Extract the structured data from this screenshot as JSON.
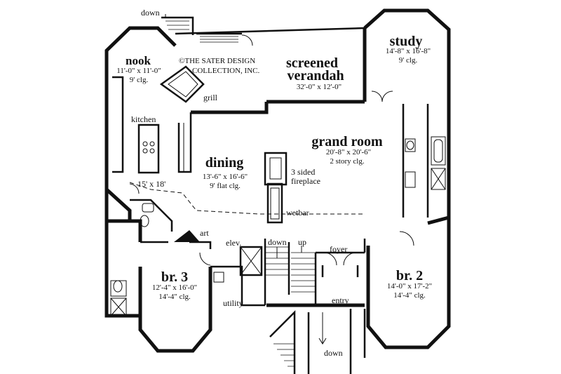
{
  "labels": {
    "down_top": "down",
    "nook_name": "nook",
    "nook_dims": "11'-0\" x 11'-0\"",
    "nook_clg": "9' clg.",
    "copyright_line1": "©THE SATER DESIGN",
    "copyright_line2": "COLLECTION, INC.",
    "verandah_name_1": "screened",
    "verandah_name_2": "verandah",
    "verandah_dims": "32'-0\" x 12'-0\"",
    "study_name": "study",
    "study_dims": "14'-8\" x 16'-8\"",
    "study_clg": "9' clg.",
    "grill": "grill",
    "kitchen": "kitchen",
    "kitchen_dims": "15' x 18'",
    "grand_room_name": "grand room",
    "grand_room_dims": "20'-8\" x 20'-6\"",
    "grand_room_clg": "2 story clg.",
    "dining_name": "dining",
    "dining_dims": "13'-6\" x 16'-6\"",
    "dining_clg": "9' flat clg.",
    "fireplace_1": "3 sided",
    "fireplace_2": "fireplace",
    "wetbar": "wetbar",
    "art": "art",
    "elev": "elev.",
    "down_mid": "down",
    "up": "up",
    "foyer": "foyer",
    "br3_name": "br. 3",
    "br3_dims": "12'-4\" x 16'-0\"",
    "br3_clg": "14'-4\" clg.",
    "utility": "utility",
    "entry": "entry",
    "br2_name": "br. 2",
    "br2_dims": "14'-0\" x 17'-2\"",
    "br2_clg": "14'-4\" clg.",
    "down_bottom": "down"
  }
}
